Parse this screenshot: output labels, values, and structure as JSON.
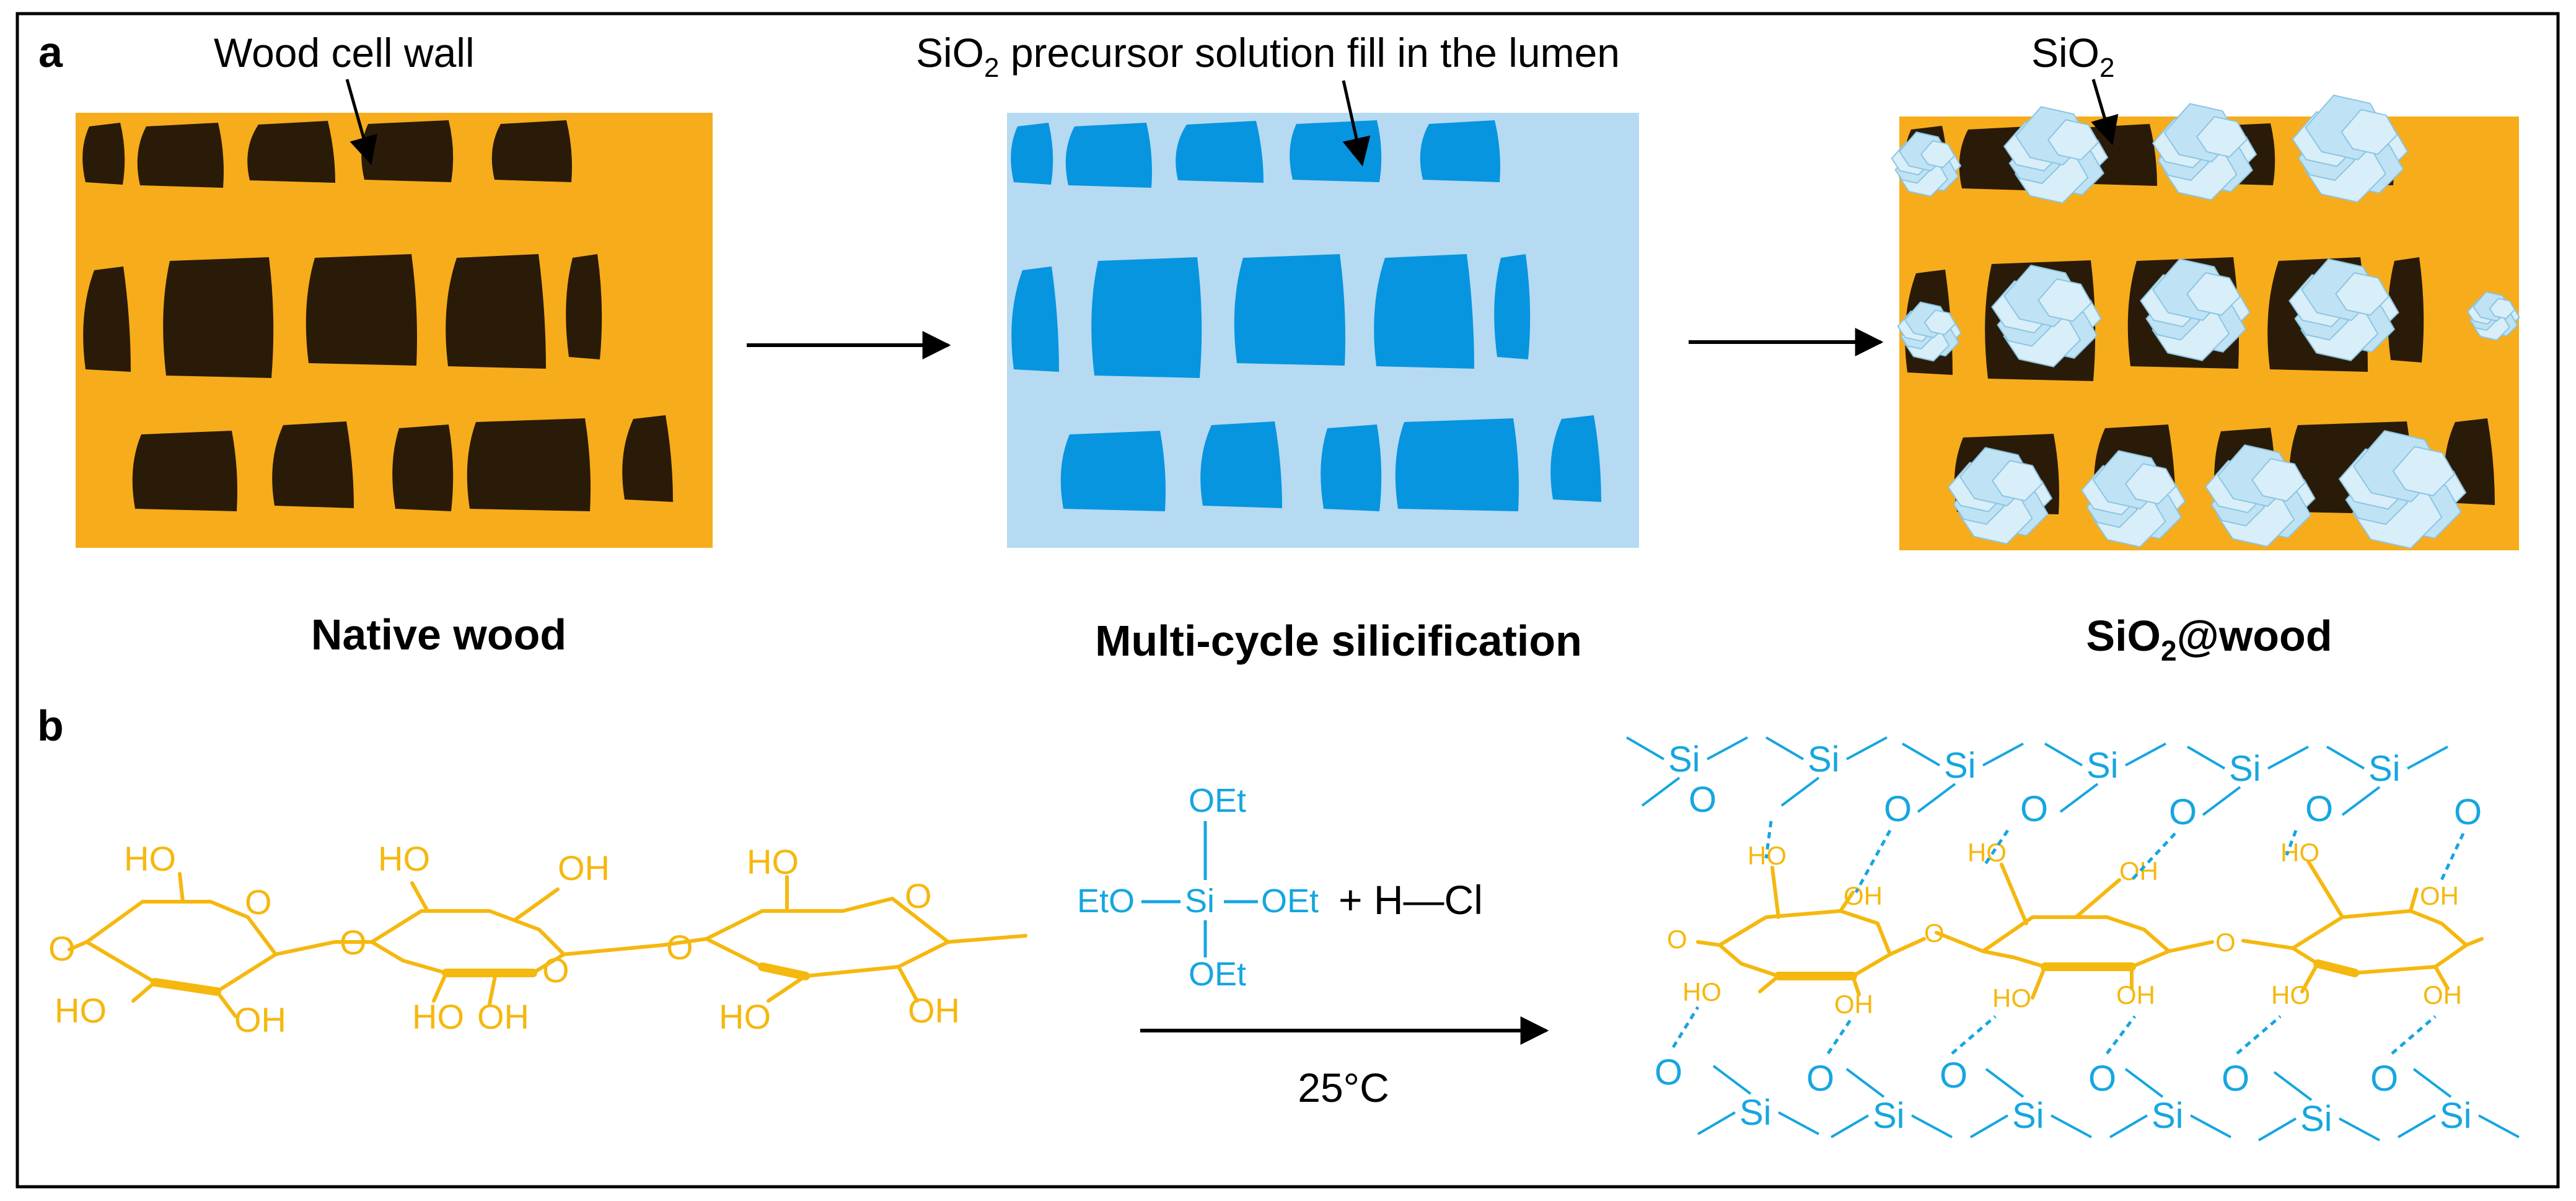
{
  "panels": {
    "a": {
      "letter": "a",
      "annotations": {
        "wood_cell_wall": "Wood cell wall",
        "precursor": {
          "prefix": "SiO",
          "sub": "2",
          "suffix": " precursor solution fill in the lumen"
        },
        "sio2": {
          "prefix": "SiO",
          "sub": "2"
        }
      },
      "stages": {
        "native": "Native wood",
        "multi": "Multi-cycle silicification",
        "result": {
          "prefix": "SiO",
          "sub": "2",
          "suffix": "@wood"
        }
      }
    },
    "b": {
      "letter": "b",
      "reagent": {
        "top": "OEt",
        "left": "EtO",
        "center": "Si",
        "right": "OEt",
        "bottom": "OEt"
      },
      "acid": "+ H—Cl",
      "condition": "25°C",
      "cellulose_labels": {
        "hydroxyl": "HO",
        "hydroxyl_r": "OH",
        "ring_oxygen": "O",
        "silicon": "Si"
      }
    }
  },
  "colors": {
    "wood": "#F7AC1B",
    "lumen": "#2A1B08",
    "solution": "#B6DAF2",
    "lumen_fill": "#0795E0",
    "silica": "#BFE3F4",
    "silica_dark": "#8CC5E3",
    "molecule_wood": "#F5B80F",
    "molecule_si": "#16A6E0",
    "text": "#000000"
  }
}
